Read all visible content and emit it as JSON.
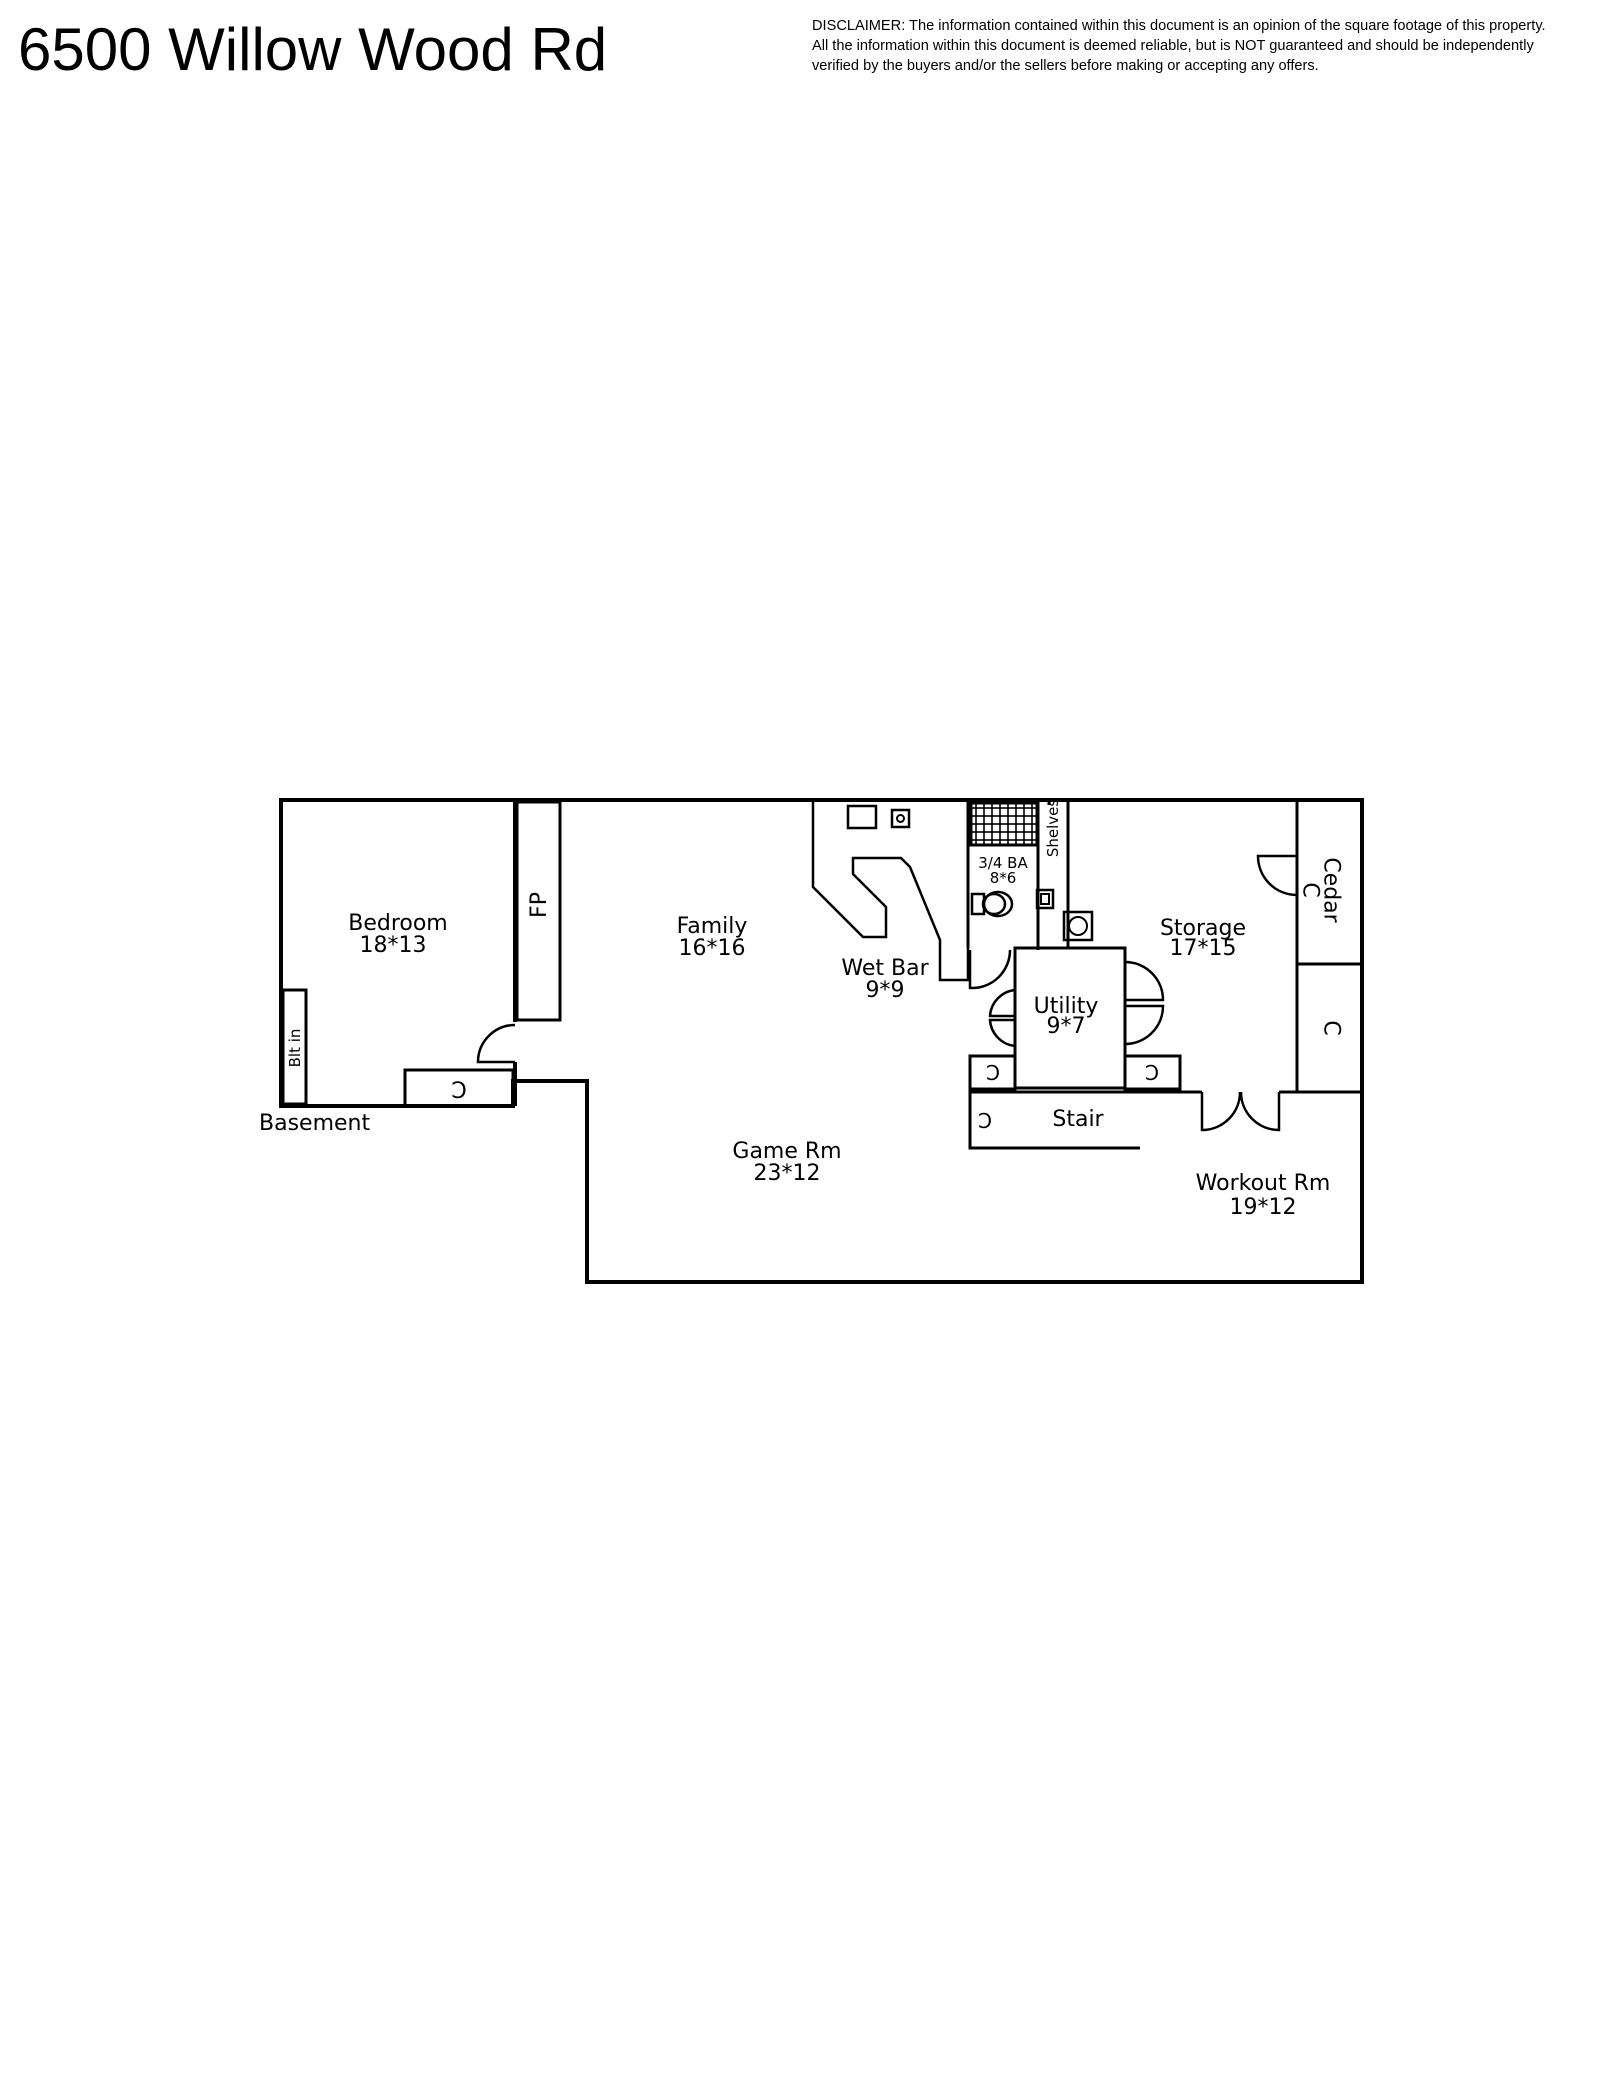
{
  "header": {
    "address": "6500 Willow Wood Rd",
    "disclaimer_lines": [
      "DISCLAIMER: The information contained within this document is an opinion of the square footage of this property.",
      "All the information within this document is deemed reliable, but is NOT guaranteed and should be independently",
      "verified by the buyers and/or the sellers before making or accepting any offers."
    ]
  },
  "level": "Basement",
  "rooms": {
    "bedroom": {
      "name": "Bedroom",
      "size": "18*13"
    },
    "family": {
      "name": "Family",
      "size": "16*16"
    },
    "wet_bar": {
      "name": "Wet Bar",
      "size": "9*9"
    },
    "bath": {
      "name": "3/4 BA",
      "size": "8*6"
    },
    "utility": {
      "name": "Utility",
      "size": "9*7"
    },
    "storage": {
      "name": "Storage",
      "size": "17*15"
    },
    "game_room": {
      "name": "Game Rm",
      "size": "23*12"
    },
    "workout_room": {
      "name": "Workout Rm",
      "size": "19*12"
    },
    "stair": {
      "name": "Stair"
    }
  },
  "features": {
    "fireplace": "FP",
    "built_in": "Blt in",
    "shelves": "Shelves",
    "closet": "C",
    "cedar_closet": "Cedar"
  }
}
